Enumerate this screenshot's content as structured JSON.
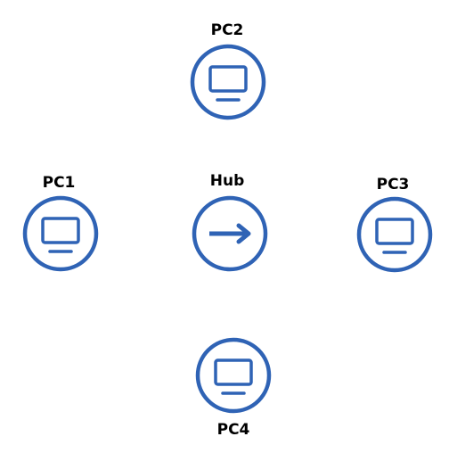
{
  "diagram": {
    "accent_color": "#2f63b5",
    "label_color": "#000000",
    "nodes": [
      {
        "id": "pc2",
        "label": "PC2",
        "icon": "monitor-icon"
      },
      {
        "id": "pc1",
        "label": "PC1",
        "icon": "monitor-icon"
      },
      {
        "id": "hub",
        "label": "Hub",
        "icon": "arrow-right-icon"
      },
      {
        "id": "pc3",
        "label": "PC3",
        "icon": "monitor-icon"
      },
      {
        "id": "pc4",
        "label": "PC4",
        "icon": "monitor-icon"
      }
    ]
  }
}
